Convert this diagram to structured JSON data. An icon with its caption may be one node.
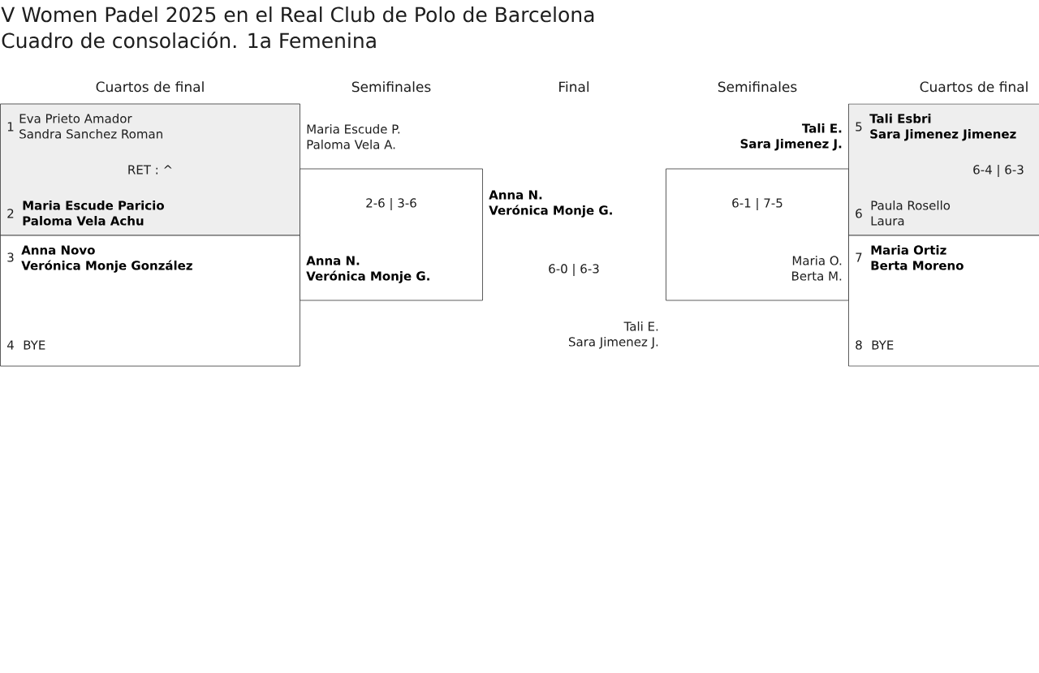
{
  "diagram": {
    "title": "V Women Padel 2025 en el Real Club de Polo de Barcelona",
    "nodes": [
      {
        "text": [
          "1",
          "Eva Prieto Amador",
          "Sandra Sanchez Roman",
          "RET : ^",
          "2",
          "Maria Escude Paricio",
          "Paloma Vela Achu"
        ]
      },
      {
        "text": [
          "3",
          "Anna Novo",
          "Verónica Monje González",
          "4",
          "BYE"
        ]
      },
      {
        "text": [
          "Maria Escude P.",
          "Paloma Vela A.",
          "2-6 | 3-6",
          "Anna N.",
          "Verónica Monje G."
        ]
      },
      {
        "text": [
          "Tali E.",
          "Sara Jimenez J.",
          "6-1 | 7-5",
          "Maria O.",
          "Berta M."
        ]
      },
      {
        "text": [
          "5",
          "Tali Esbri",
          "Sara Jimenez Jimenez",
          "6-4 | 6-3",
          "6",
          "Paula Rosello",
          "Laura"
        ]
      },
      {
        "text": [
          "7",
          "Maria Ortiz",
          "Berta Moreno",
          "8",
          "BYE"
        ]
      }
    ],
    "labels": [
      "Cuadro de consolación. 1a Femenina",
      "Cuartos de final",
      "Semifinales",
      "Final",
      "Semifinales",
      "Cuartos de final",
      "Anna N.",
      "Verónica Monje G.",
      "6-0 | 6-3",
      "Tali E.",
      "Sara Jimenez J."
    ]
  }
}
